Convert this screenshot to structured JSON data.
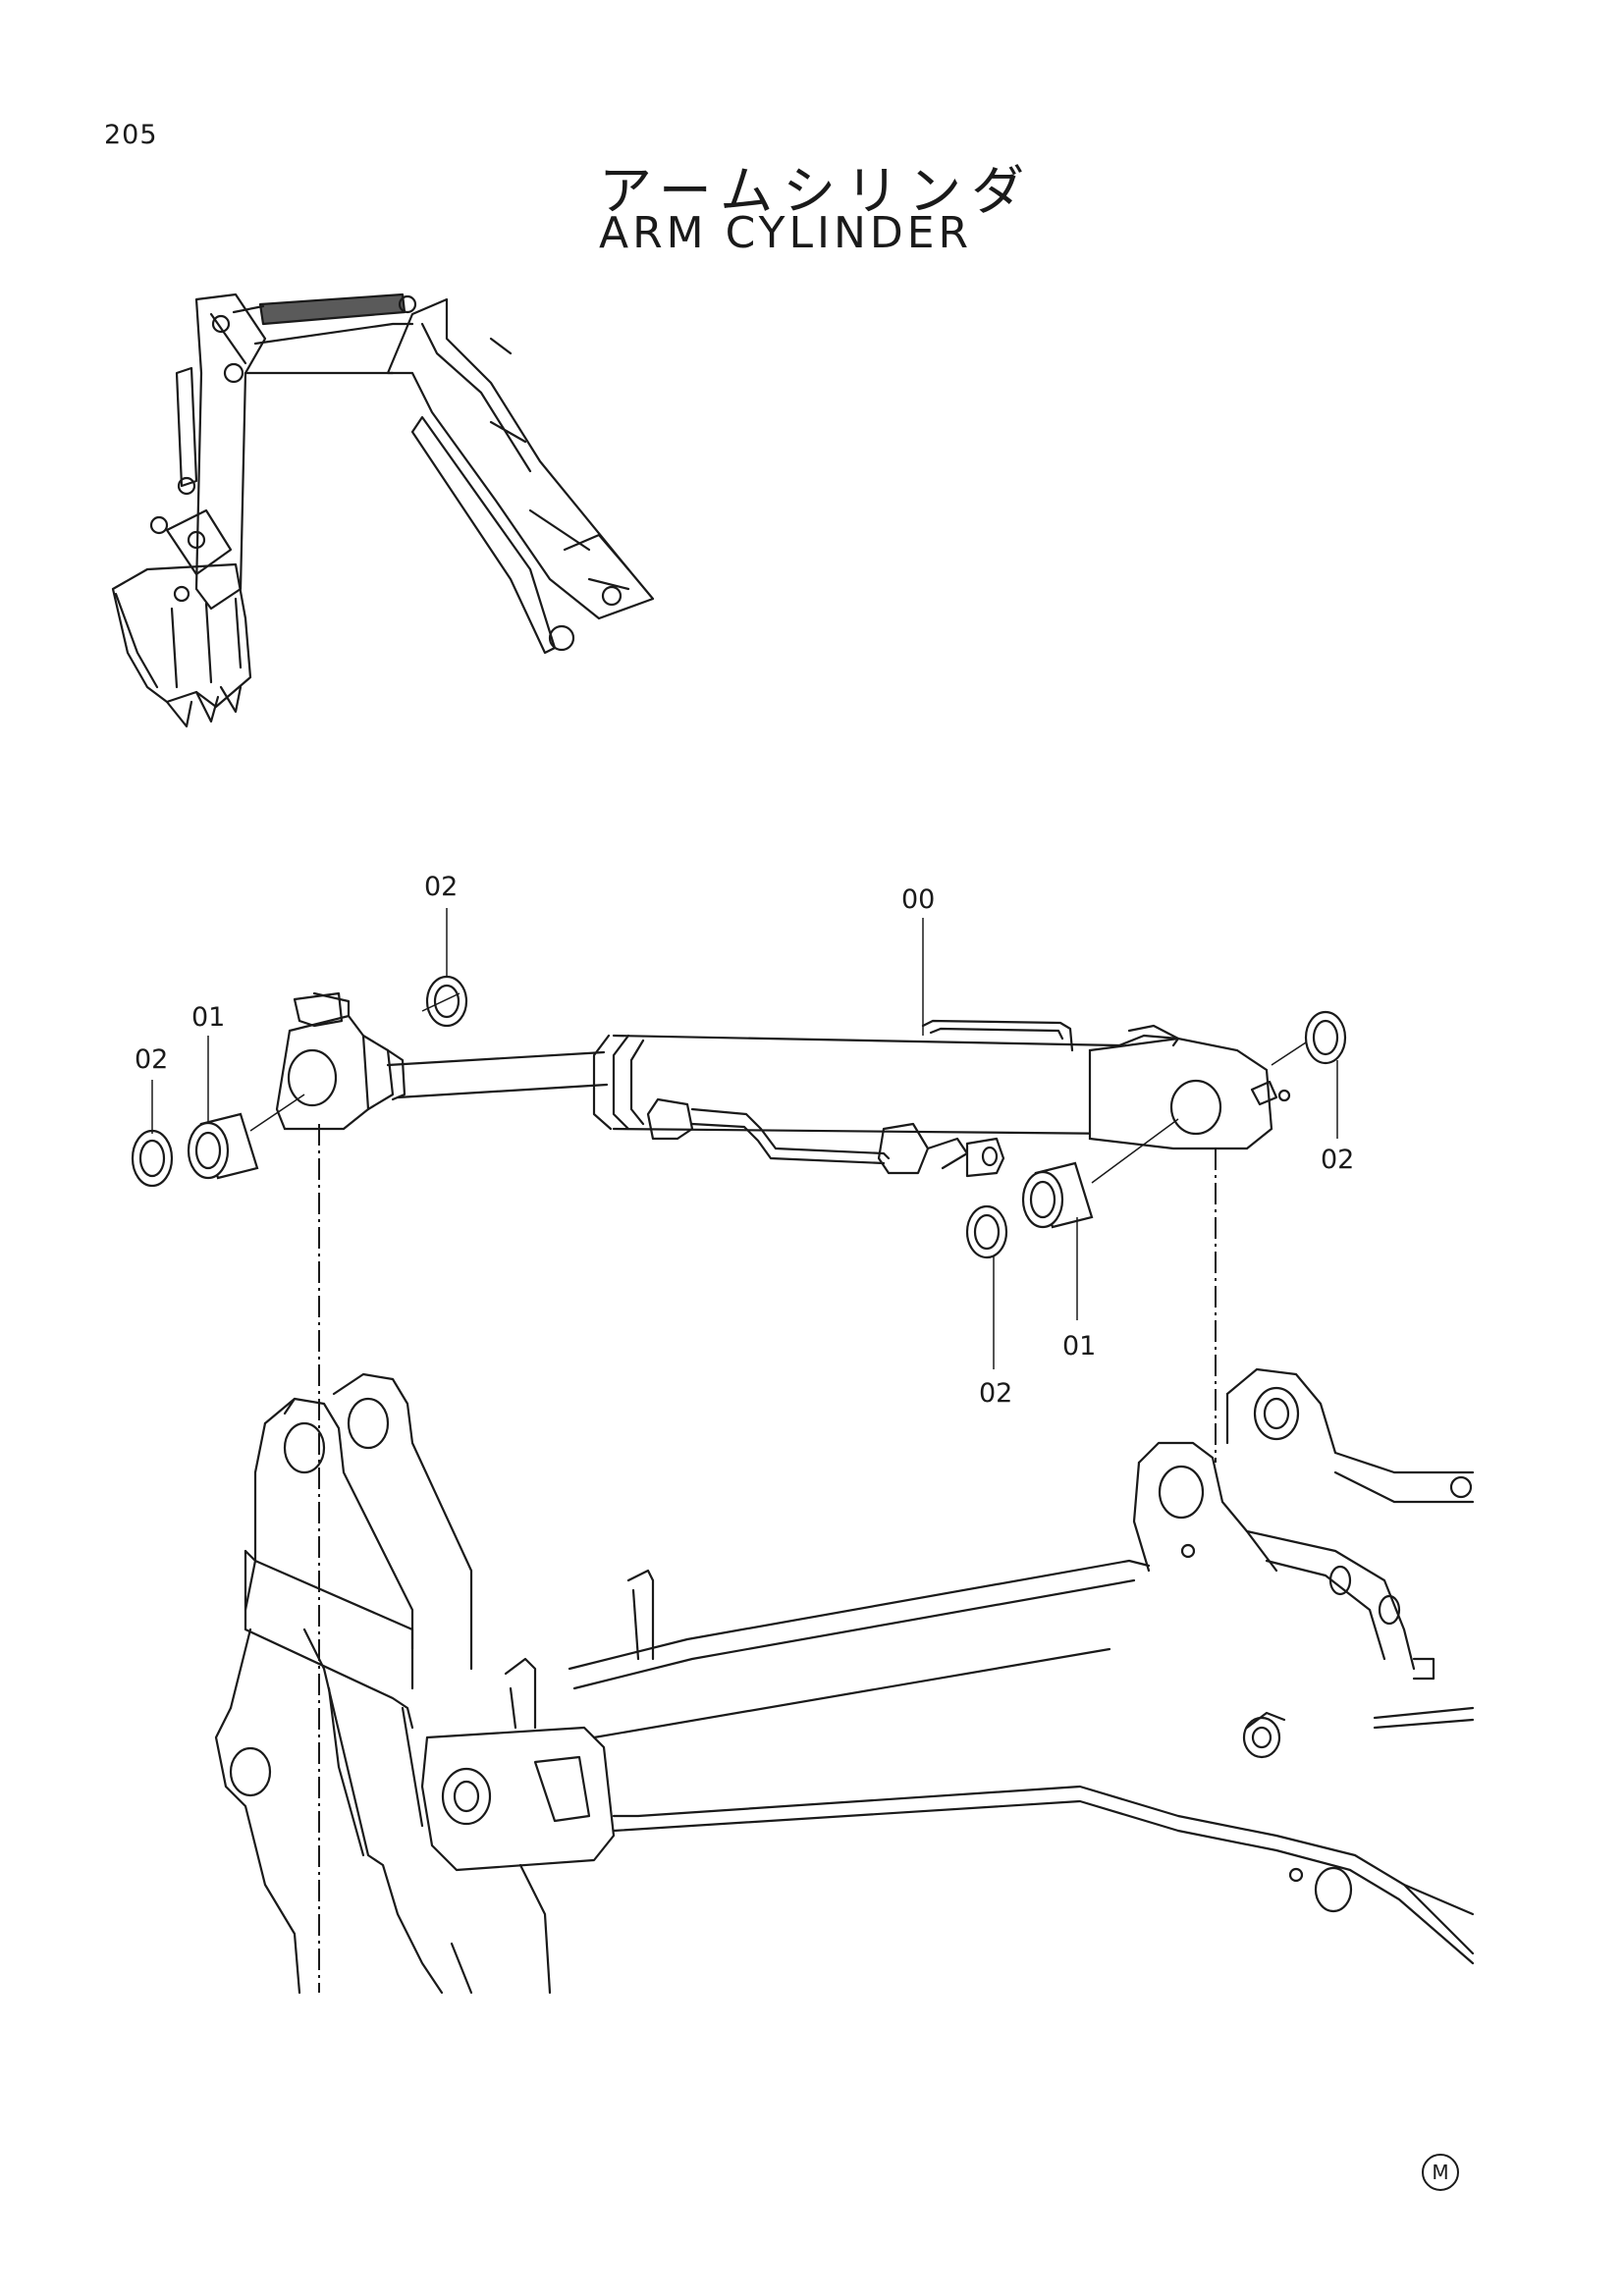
{
  "page": {
    "number": "205",
    "title_jp": "アームシリンダ",
    "title_en": "ARM CYLINDER",
    "mark": "M"
  },
  "callouts": {
    "assembly": "00",
    "bushing_left": "01",
    "bushing_right": "01",
    "seal_far_left": "02",
    "seal_rod_top": "02",
    "seal_right_top": "02",
    "seal_right_bottom": "02"
  }
}
